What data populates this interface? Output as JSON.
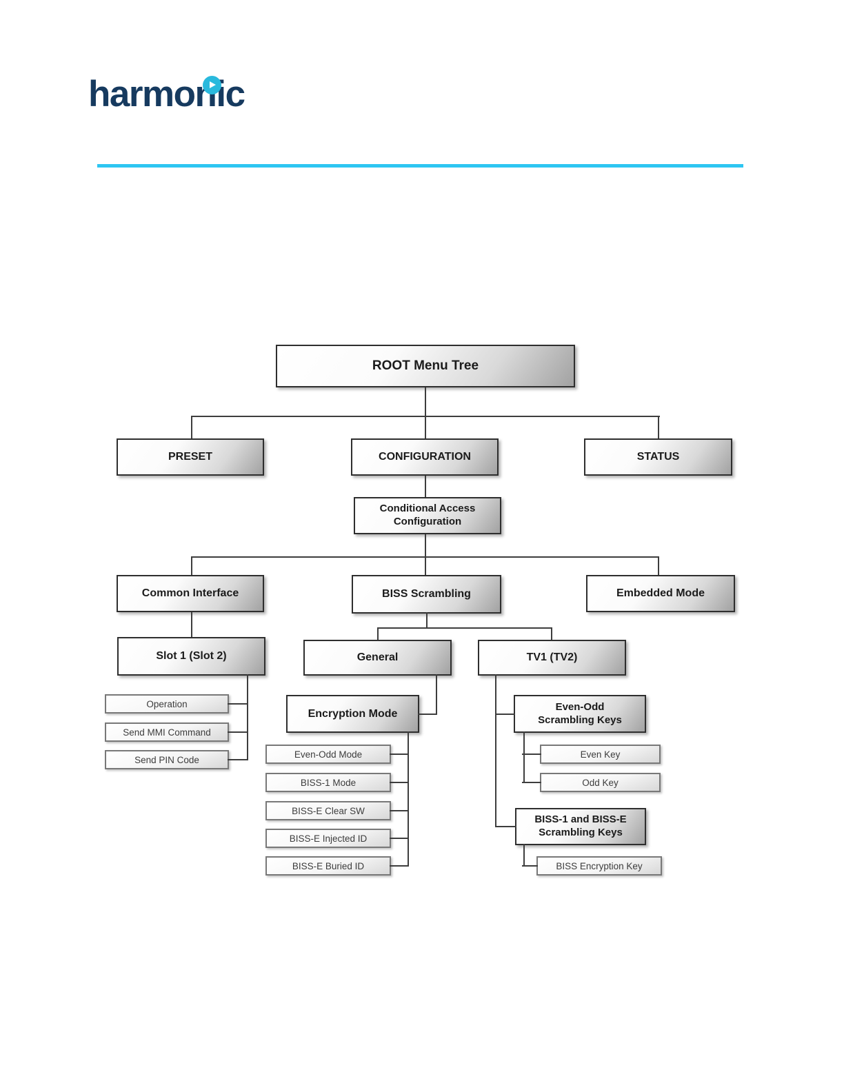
{
  "header": {
    "logo_text": "harmonic",
    "brand": {
      "navy": "#163a5f",
      "cyan": "#29b9dd",
      "rule_cyan": "#2ec6f2"
    }
  },
  "diagram": {
    "line_color": "#3d3d3d",
    "root": {
      "label": "ROOT Menu Tree"
    },
    "level1": {
      "preset": {
        "label": "PRESET"
      },
      "configuration": {
        "label": "CONFIGURATION"
      },
      "status": {
        "label": "STATUS"
      }
    },
    "configuration_children": {
      "conditional_access": {
        "label": "Conditional Access\nConfiguration"
      }
    },
    "conditional_access_children": {
      "common_interface": {
        "label": "Common Interface"
      },
      "biss_scrambling": {
        "label": "BISS Scrambling"
      },
      "embedded_mode": {
        "label": "Embedded Mode"
      }
    },
    "common_interface_children": {
      "slot1": {
        "label": "Slot 1 (Slot 2)"
      },
      "slot1_items": [
        {
          "label": "Operation"
        },
        {
          "label": "Send MMI Command"
        },
        {
          "label": "Send PIN Code"
        }
      ]
    },
    "biss_children": {
      "general": {
        "label": "General"
      },
      "tv1": {
        "label": "TV1 (TV2)"
      }
    },
    "general_children": {
      "encryption_mode": {
        "label": "Encryption Mode"
      },
      "encryption_items": [
        {
          "label": "Even-Odd Mode"
        },
        {
          "label": "BISS-1 Mode"
        },
        {
          "label": "BISS-E Clear SW"
        },
        {
          "label": "BISS-E Injected ID"
        },
        {
          "label": "BISS-E Buried ID"
        }
      ]
    },
    "tv1_children": {
      "even_odd_keys": {
        "label": "Even-Odd\nScrambling Keys"
      },
      "even_odd_items": [
        {
          "label": "Even Key"
        },
        {
          "label": "Odd Key"
        }
      ],
      "biss_keys": {
        "label": "BISS-1 and BISS-E\nScrambling Keys"
      },
      "biss_keys_items": [
        {
          "label": "BISS Encryption Key"
        }
      ]
    }
  }
}
